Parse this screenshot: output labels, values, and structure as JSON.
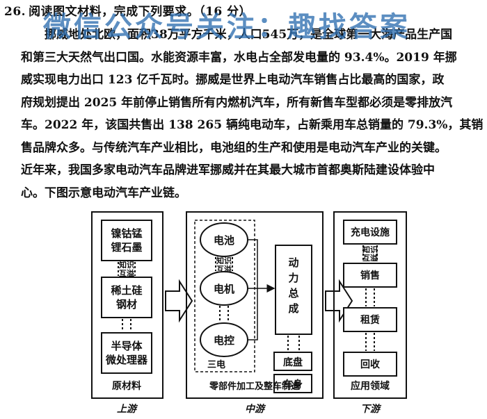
{
  "question": {
    "number": "26.",
    "prompt": "阅读图文材料，完成下列要求。",
    "score": "（16 分）"
  },
  "watermark": "微信公众号关注：趣找答案",
  "passage": {
    "lines": [
      "挪威地处北欧，面积38万平方千米，人口545万，是全球第一大海产品生产国",
      "和第三大天然气出口国。水能资源丰富，水电占全部发电量的 93.4%。2019 年挪",
      "威实现电力出口 123 亿千瓦时。挪威是世界上电动汽车销售占比最高的国家，政",
      "府规划提出 2025 年前停止销售所有内燃机汽车，所有新售车型都必须是零排放汽",
      "车。2022 年，该国共售出 138 265 辆纯电动车，占新乘用车总销量的 79.3%，其销",
      "售品牌众多。与传统汽车产业相比，电池组的生产和使用是电动汽车产业的关键。",
      "近年来，我国多家电动汽车品牌进军挪威并在其最大城市首都奥斯陆建设体验中",
      "心。下图示意电动汽车产业链。"
    ]
  },
  "diagram": {
    "upstream": {
      "box_label": "原材料",
      "stage_label": "上游",
      "items": [
        "镍钴锰\n锂石墨",
        "稀土硅\n钢材",
        "半导体\n微处理器"
      ],
      "link_label": "知识\n互溢"
    },
    "midstream": {
      "box_label": "零部件加工及整车制造",
      "stage_label": "中游",
      "sanDian_label": "三电",
      "ellipses": [
        "电池",
        "电机",
        "电控"
      ],
      "link_label": "知识\n互溢",
      "assembly": "动\n力\n总\n成",
      "chassis": "底盘",
      "body": "车身"
    },
    "downstream": {
      "box_label": "应用领域",
      "stage_label": "下游",
      "items": [
        "充电设施",
        "销售",
        "租赁",
        "回收"
      ],
      "link_label": "知识\n互溢"
    }
  }
}
